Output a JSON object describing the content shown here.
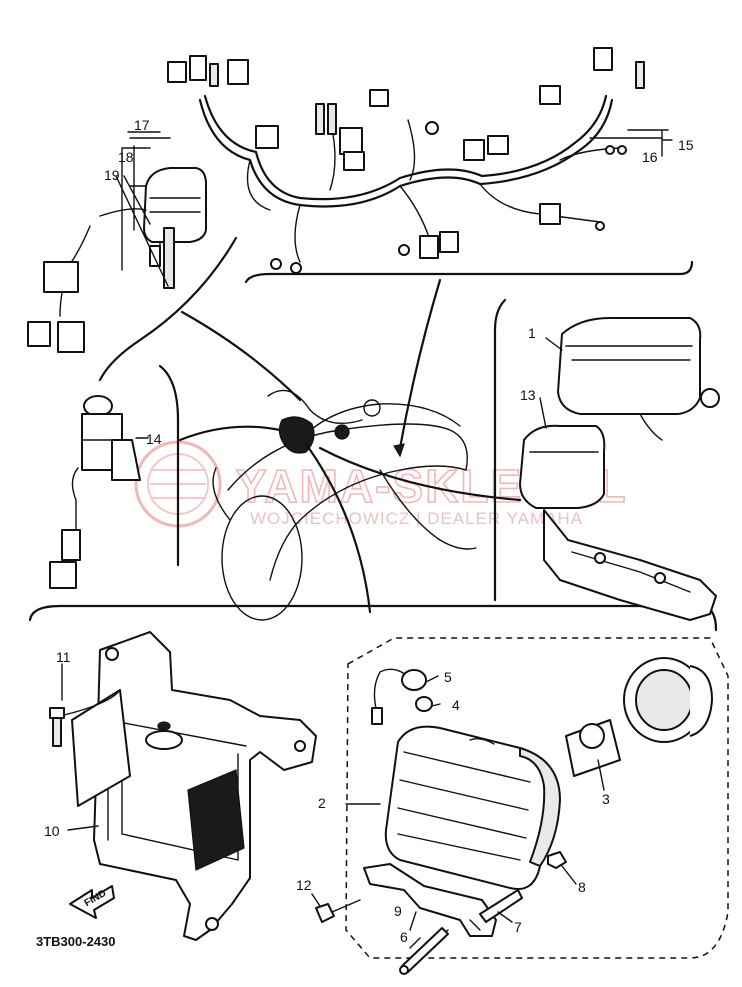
{
  "diagram": {
    "code": "3TB300-2430",
    "find_label": "FIND",
    "watermark": {
      "brand": "YAMA-SKLEP.PL",
      "dealer": "WOJCIECHOWICZ | DEALER YAMAHA"
    },
    "callouts": {
      "c1": "1",
      "c2": "2",
      "c3": "3",
      "c4": "4",
      "c5": "5",
      "c6": "6",
      "c7": "7",
      "c8": "8",
      "c9": "9",
      "c10": "10",
      "c11": "11",
      "c12": "12",
      "c13": "13",
      "c14": "14",
      "c15": "15",
      "c16": "16",
      "c17": "17",
      "c18": "18",
      "c19": "19"
    }
  }
}
